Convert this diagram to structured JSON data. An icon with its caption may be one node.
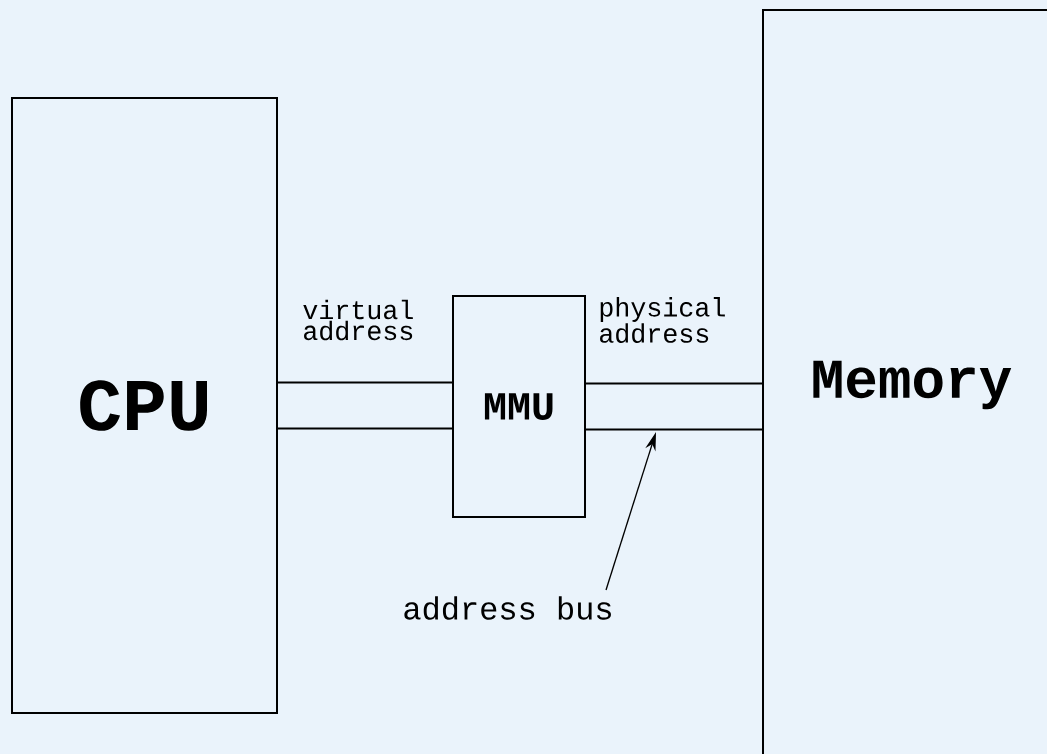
{
  "diagram": {
    "nodes": [
      {
        "text": [
          "CPU"
        ]
      },
      {
        "text": [
          "MMU"
        ]
      },
      {
        "text": [
          "Memory"
        ]
      },
      {
        "text": [
          "address bus"
        ]
      }
    ],
    "edges": [
      {
        "from": 0,
        "to": 1,
        "arrow": "none",
        "label": "virtual address"
      },
      {
        "from": 1,
        "to": 2,
        "arrow": "none",
        "label": "physical address"
      },
      {
        "from": 3,
        "to": null,
        "arrow": "to"
      }
    ]
  }
}
